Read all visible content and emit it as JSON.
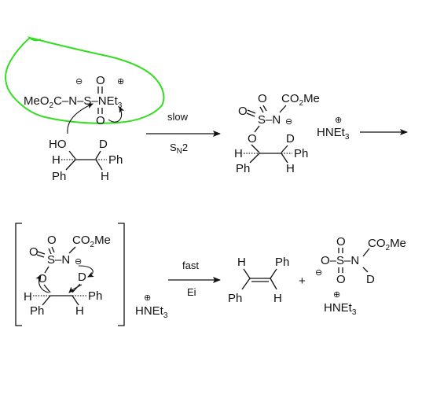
{
  "colors": {
    "ink": "#111111",
    "highlight": "#33dd22",
    "background": "#ffffff"
  },
  "reagent": {
    "group_left": "MeO",
    "group_left_sub": "2",
    "group_left_tail": "C–N–S–NEt",
    "group_right_sub": "3",
    "o_top": "O",
    "o_bottom": "O",
    "minus": "⊖",
    "plus": "⊕"
  },
  "substrate": {
    "ho": "HO",
    "d": "D",
    "h_left": "H",
    "ph_right": "Ph",
    "ph_left": "Ph",
    "h_bottom": "H"
  },
  "step1": {
    "top_label": "slow",
    "bottom_label": "S",
    "bottom_sub": "N",
    "bottom_tail": "2"
  },
  "intermediate": {
    "co2me": "CO",
    "co2me_sub": "2",
    "co2me_tail": "Me",
    "o": "O",
    "s_row": "S–N",
    "minus": "⊖",
    "ring_o": "O",
    "d": "D",
    "h_left": "H",
    "ph_right": "Ph",
    "ph_left": "Ph",
    "h_bottom": "H"
  },
  "counterion1": {
    "plus": "⊕",
    "text": "HNEt",
    "sub": "3"
  },
  "ts": {
    "co2me": "CO",
    "co2me_sub": "2",
    "co2me_tail": "Me",
    "o": "O",
    "s_row": "S–N",
    "minus": "⊖",
    "ring_o": "O",
    "d": "D",
    "h_left": "H",
    "ph_right": "Ph",
    "ph_left": "Ph",
    "h_bottom": "H"
  },
  "counterion2": {
    "plus": "⊕",
    "text": "HNEt",
    "sub": "3"
  },
  "step2": {
    "top_label": "fast",
    "bottom_label": "Ei"
  },
  "alkene": {
    "h_top": "H",
    "ph_top": "Ph",
    "ph_bottom": "Ph",
    "h_bottom": "H"
  },
  "plus_sign": "+",
  "byproduct": {
    "co2me": "CO",
    "co2me_sub": "2",
    "co2me_tail": "Me",
    "o_top": "O",
    "row": "O–S–N",
    "minus": "⊖",
    "o_bottom": "O",
    "d": "D"
  },
  "counterion3": {
    "plus": "⊕",
    "text": "HNEt",
    "sub": "3"
  }
}
